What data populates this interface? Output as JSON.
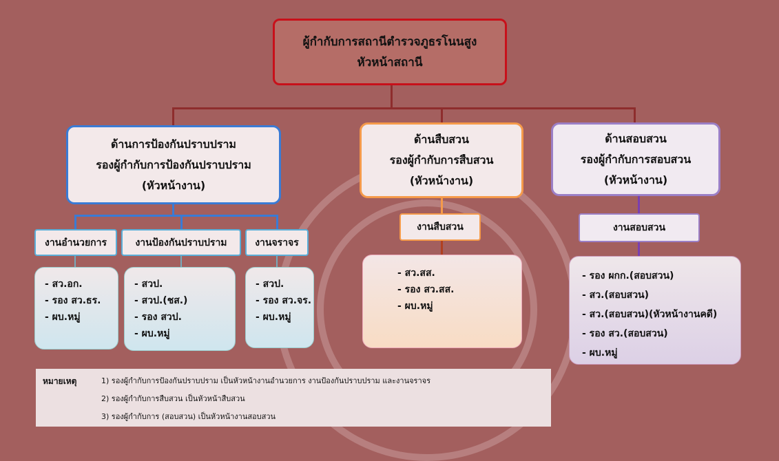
{
  "top": {
    "line1": "ผู้กำกับการสถานีตำรวจภูธรโนนสูง",
    "line2": "หัวหน้าสถานี"
  },
  "divisions": [
    {
      "title": "ด้านการป้องกันปราบปราม",
      "head": "รองผู้กำกับการป้องกันปราบปราม",
      "role": "(หัวหน้างาน)"
    },
    {
      "title": "ด้านสืบสวน",
      "head": "รองผู้กำกับการสืบสวน",
      "role": "(หัวหน้างาน)"
    },
    {
      "title": "ด้านสอบสวน",
      "head": "รองผู้กำกับการสอบสวน",
      "role": "(หัวหน้างาน)"
    }
  ],
  "units": [
    {
      "name": "งานอำนวยการ",
      "staff": [
        "- สว.อก.",
        "- รอง สว.ธร.",
        "- ผบ.หมู่"
      ]
    },
    {
      "name": "งานป้องกันปราบปราม",
      "staff": [
        "- สวป.",
        "- สวป.(ชส.)",
        "- รอง สวป.",
        "- ผบ.หมู่"
      ]
    },
    {
      "name": "งานจราจร",
      "staff": [
        "- สวป.",
        "- รอง สว.จร.",
        "- ผบ.หมู่"
      ]
    },
    {
      "name": "งานสืบสวน",
      "staff": [
        "- สว.สส.",
        "- รอง สว.สส.",
        "- ผบ.หมู่"
      ]
    },
    {
      "name": "งานสอบสวน",
      "staff": [
        "- รอง ผกก.(สอบสวน)",
        "- สว.(สอบสวน)",
        "- สว.(สอบสวน)(หัวหน้างานคดี)",
        "- รอง สว.(สอบสวน)",
        "- ผบ.หมู่"
      ]
    }
  ],
  "notes": {
    "label": "หมายเหตุ",
    "items": [
      "1) รองผู้กำกับการป้องกันปราบปราม เป็นหัวหน้างานอำนวยการ งานป้องกันปราบปราม และงานจราจร",
      "2) รองผู้กำกับการสืบสวน เป็นหัวหน้าสืบสวน",
      "3) รองผู้กำกับการ (สอบสวน)  เป็นหัวหน้างานสอบสวน"
    ]
  }
}
